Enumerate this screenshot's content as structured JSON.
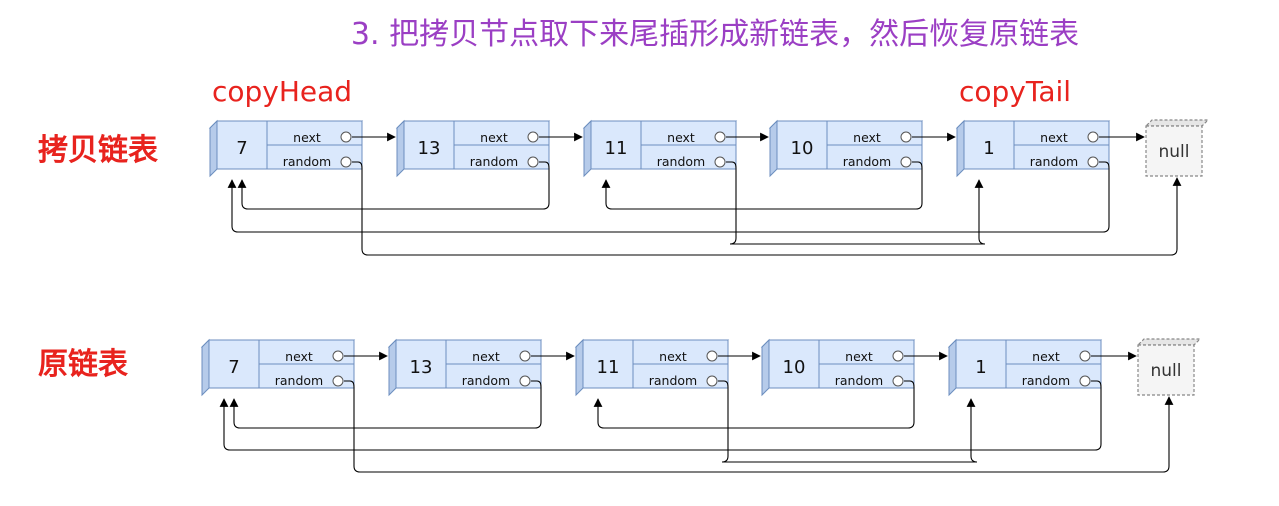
{
  "title": "3. 把拷贝节点取下来尾插形成新链表，然后恢复原链表",
  "rows": [
    {
      "label": "拷贝链表",
      "pointers": [
        {
          "text": "copyHead",
          "node": 0
        },
        {
          "text": "copyTail",
          "node": 4
        }
      ],
      "nodes": [
        "7",
        "13",
        "11",
        "10",
        "1"
      ],
      "random": [
        null,
        0,
        4,
        2,
        0
      ]
    },
    {
      "label": "原链表",
      "pointers": [],
      "nodes": [
        "7",
        "13",
        "11",
        "10",
        "1"
      ],
      "random": [
        null,
        0,
        4,
        2,
        0
      ]
    }
  ],
  "field_labels": {
    "next": "next",
    "random": "random"
  },
  "null_label": "null",
  "colors": {
    "title": "#9b3fc4",
    "labels": "#e8231e",
    "node_fill": "#dae8fc",
    "node_stroke": "#6c8ebf",
    "null_fill": "#f5f5f5"
  }
}
